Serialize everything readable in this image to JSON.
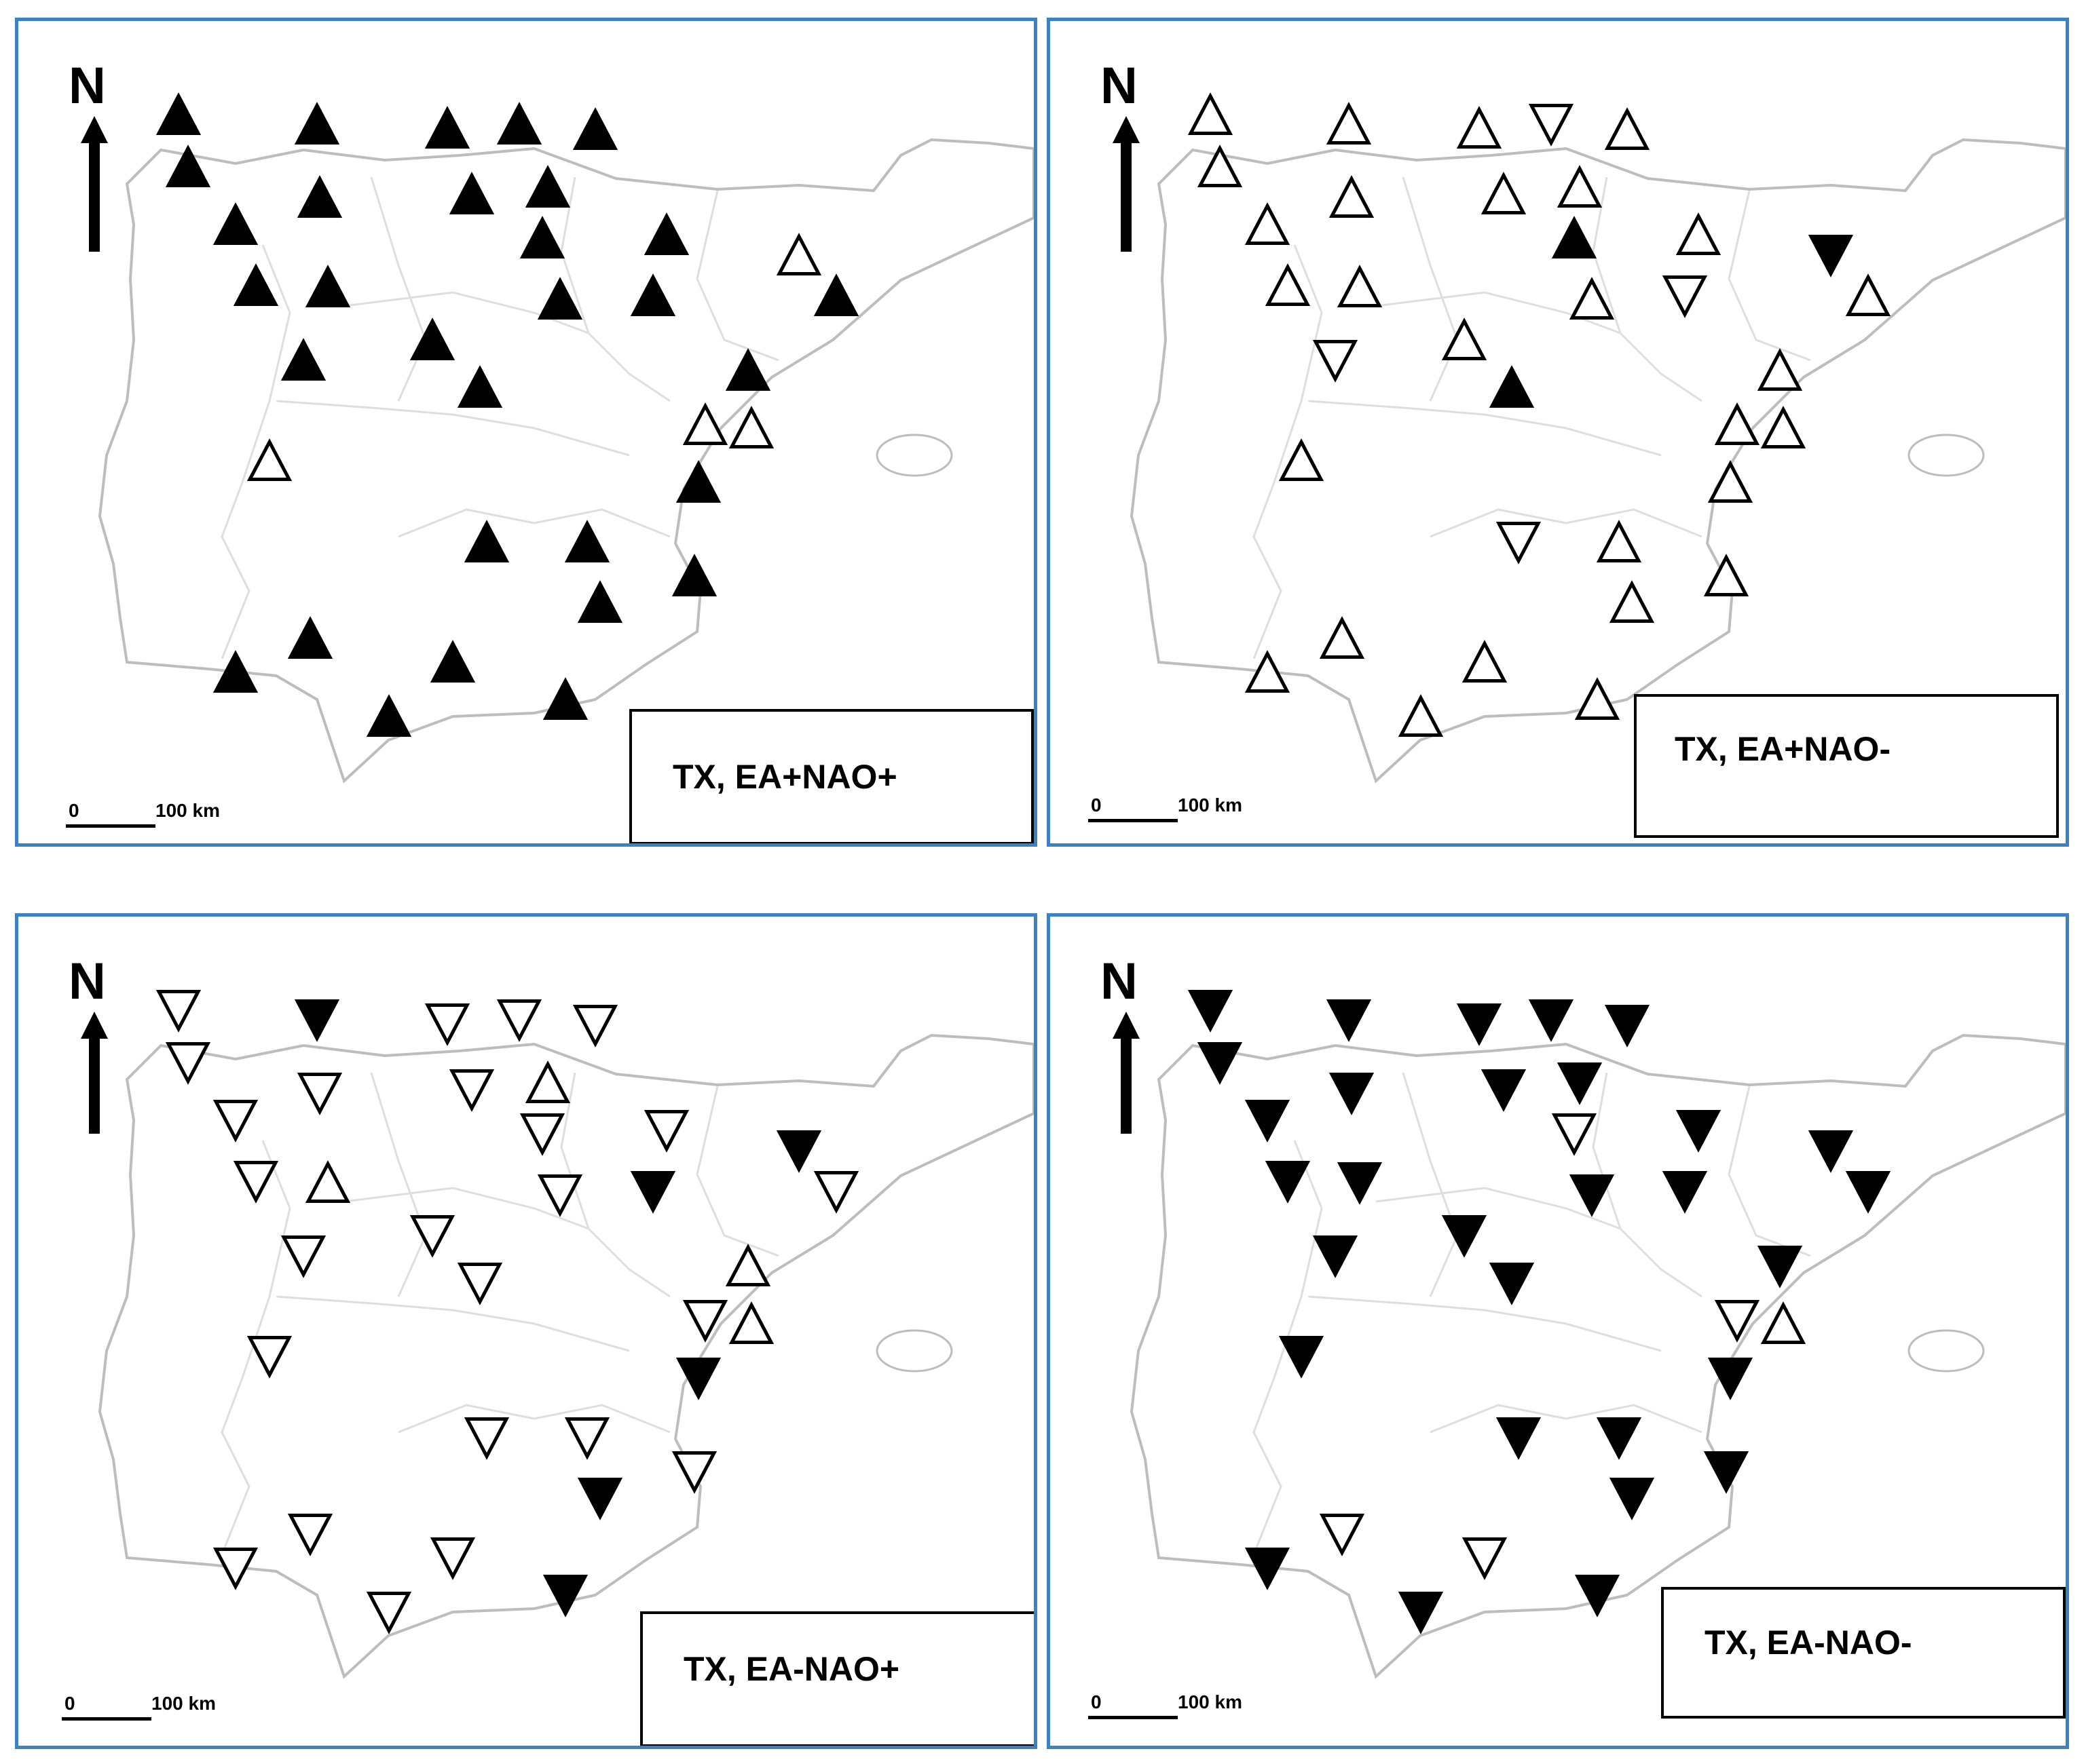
{
  "legend_text": {
    "north": "N",
    "scale_zero": "0",
    "scale_distance": "100 km"
  },
  "colors": {
    "panel_border": "#3a82c4",
    "land_outline": "#bdbdbd",
    "border_lines": "#dedede",
    "filled_marker": "#000000",
    "open_marker_fill": "#ffffff"
  },
  "marker_legend": {
    "filled_up": "triangle-up filled",
    "open_up": "triangle-up open",
    "filled_down": "triangle-down filled",
    "open_down": "triangle-down open"
  },
  "panels": [
    {
      "title": "TX, EA+NAO+",
      "stations": [
        "FU",
        "FU",
        "FU",
        "FU",
        "FU",
        "FU",
        "FU",
        "FU",
        "FU",
        "FU",
        "FU",
        "FU",
        "FU",
        "FU",
        "FU",
        "OU",
        "FU",
        "FU",
        "FU",
        "FU",
        "FU",
        "FU",
        "OU",
        "OU",
        "FU",
        "OU",
        "FU",
        "FU",
        "FU",
        "FU",
        "FU",
        "FU",
        "FU",
        "FU",
        "FU"
      ]
    },
    {
      "title": "TX, EA+NAO-",
      "stations": [
        "OU",
        "OU",
        "OU",
        "OU",
        "OU",
        "OU",
        "OU",
        "OD",
        "OU",
        "OU",
        "OU",
        "FU",
        "OD",
        "OU",
        "FU",
        "FD",
        "OU",
        "OU",
        "OU",
        "OD",
        "OU",
        "OU",
        "OU",
        "OU",
        "OU",
        "OU",
        "OD",
        "OU",
        "OU",
        "OU",
        "OU",
        "OU",
        "OU",
        "OU",
        "OU"
      ]
    },
    {
      "title": "TX, EA-NAO+",
      "stations": [
        "OD",
        "OD",
        "OD",
        "OD",
        "FD",
        "OD",
        "OU",
        "OD",
        "OD",
        "OD",
        "OD",
        "OD",
        "OD",
        "OU",
        "OD",
        "FD",
        "OD",
        "OD",
        "OD",
        "FD",
        "OD",
        "OU",
        "OU",
        "OD",
        "FD",
        "OD",
        "OD",
        "OD",
        "FD",
        "OD",
        "OD",
        "OD",
        "OD",
        "OD",
        "FD"
      ]
    },
    {
      "title": "TX, EA-NAO-",
      "stations": [
        "FD",
        "FD",
        "FD",
        "FD",
        "FD",
        "FD",
        "FD",
        "FD",
        "FD",
        "FD",
        "FD",
        "FD",
        "FD",
        "FD",
        "OD",
        "FD",
        "FD",
        "FD",
        "FD",
        "FD",
        "FD",
        "FD",
        "OU",
        "OD",
        "FD",
        "FD",
        "FD",
        "FD",
        "FD",
        "FD",
        "FD",
        "OD",
        "FD",
        "OD",
        "FD"
      ]
    }
  ]
}
